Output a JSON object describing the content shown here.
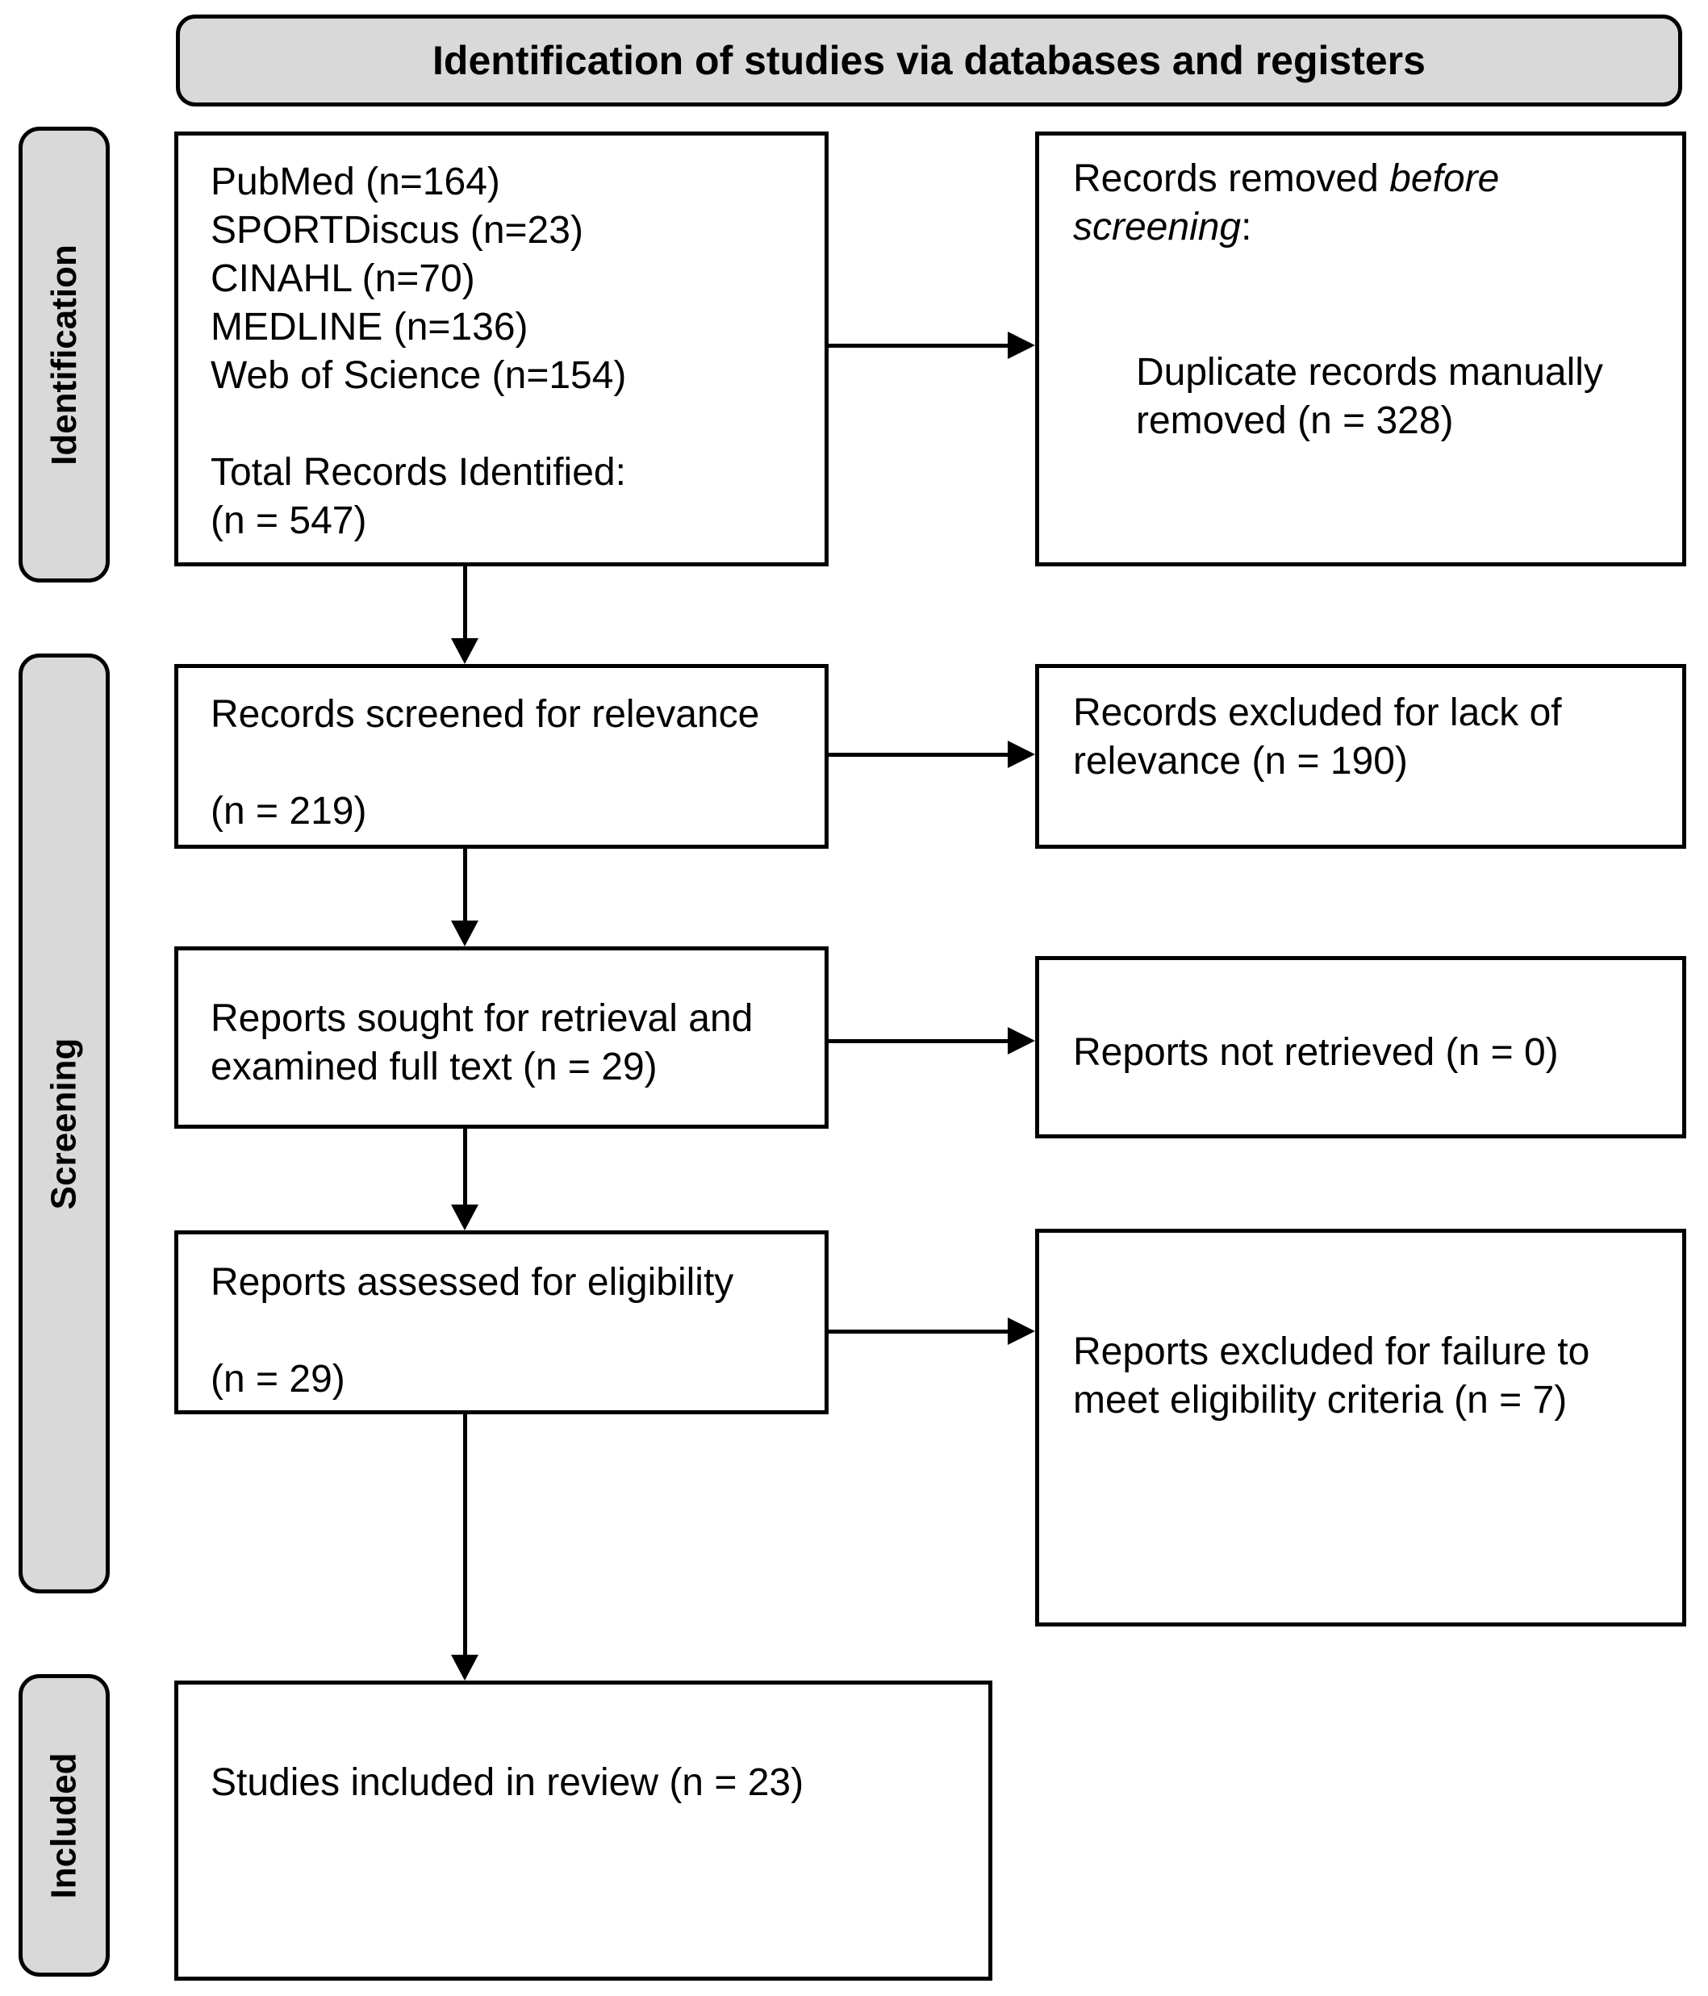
{
  "title": "Identification of studies via databases and registers",
  "stage_labels": {
    "identification": "Identification",
    "screening": "Screening",
    "included": "Included"
  },
  "colors": {
    "stage_fill": "#d9d9d9",
    "border": "#000000",
    "box_fill": "#ffffff",
    "text": "#000000"
  },
  "boxes": {
    "databases": {
      "sources": [
        "PubMed (n=164)",
        "SPORTDiscus (n=23)",
        "CINAHL (n=70)",
        "MEDLINE (n=136)",
        "Web of Science (n=154)"
      ],
      "total_line1": "Total Records Identified:",
      "total_line2": "(n = 547)"
    },
    "records_removed": {
      "heading_prefix": "Records removed ",
      "heading_italic": "before screening",
      "heading_suffix": ":",
      "detail": "Duplicate records manually removed (n = 328)"
    },
    "records_screened": {
      "line1": "Records screened for relevance",
      "line2": "(n = 219)"
    },
    "records_excluded": {
      "text": "Records excluded for lack of relevance (n = 190)"
    },
    "reports_sought": {
      "text": "Reports sought for retrieval and examined full text (n = 29)"
    },
    "reports_not_retrieved": {
      "text": "Reports not retrieved (n = 0)"
    },
    "reports_assessed": {
      "line1": "Reports assessed for eligibility",
      "line2": "(n = 29)"
    },
    "reports_excluded": {
      "text": "Reports excluded for failure to meet eligibility criteria (n = 7)"
    },
    "studies_included": {
      "text": "Studies included in review (n = 23)"
    }
  }
}
